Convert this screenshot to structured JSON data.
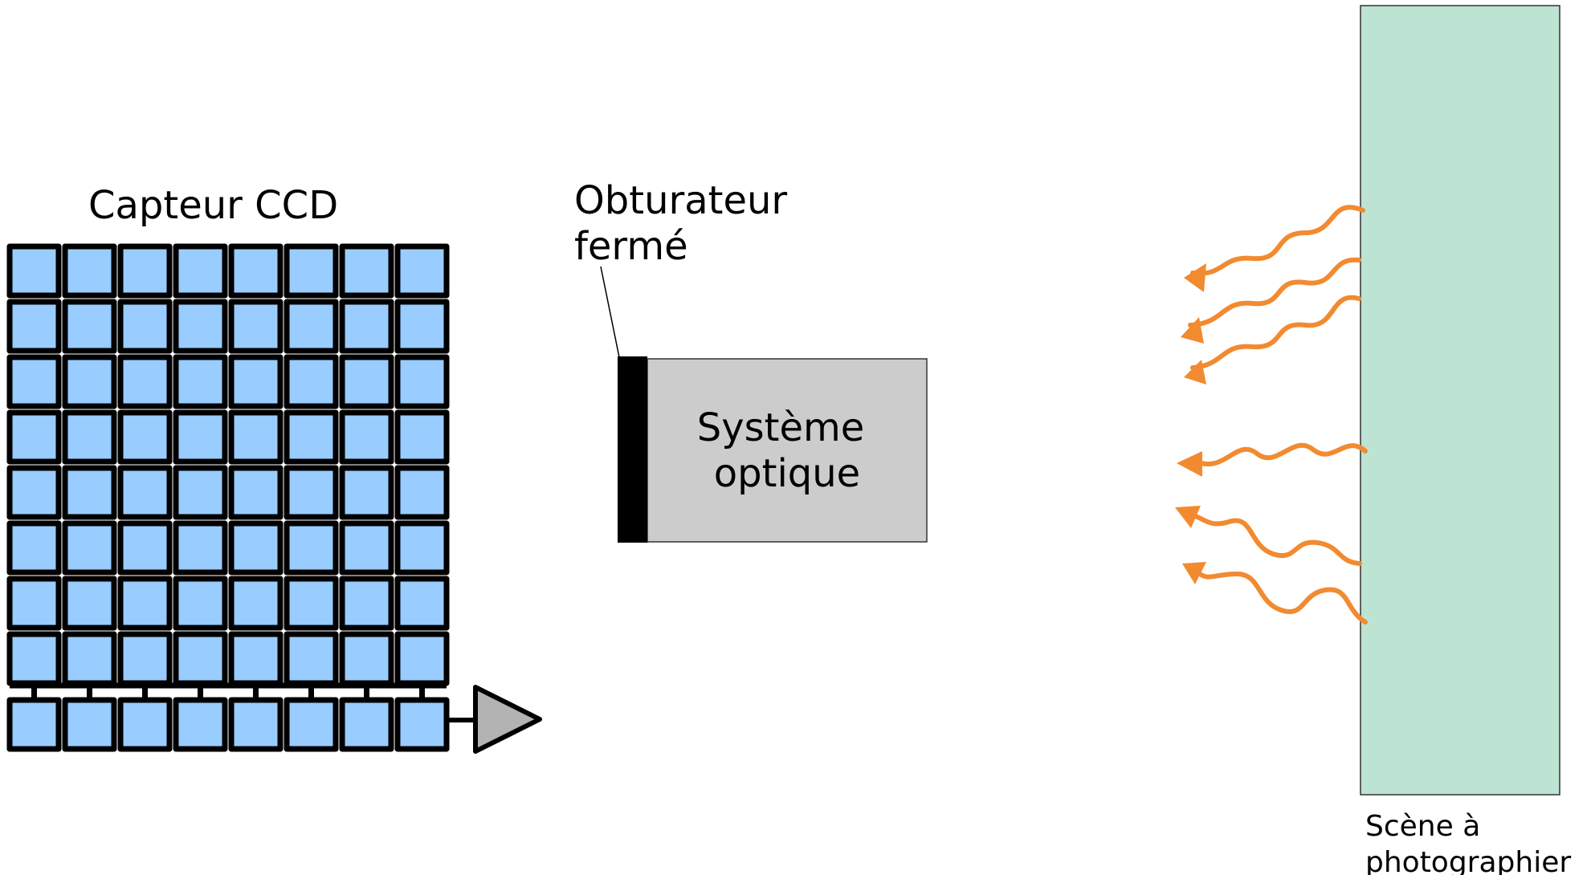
{
  "diagram": {
    "sensor": {
      "title": "Capteur CCD",
      "rows": 8,
      "cols": 8,
      "register_cells": 8,
      "pixel_color": "#99ccff",
      "border_color": "#000000"
    },
    "amplifier": {
      "fill": "#b3b3b3"
    },
    "shutter": {
      "label_line1": "Obturateur",
      "label_line2": "fermé",
      "color": "#000000"
    },
    "optics": {
      "label_line1": "Système",
      "label_line2": "optique",
      "fill": "#cccccc"
    },
    "scene": {
      "label_line1": "Scène à",
      "label_line2": "photographier",
      "fill": "#bde3d2"
    },
    "light_rays": {
      "count": 6,
      "color": "#f28a30"
    }
  }
}
